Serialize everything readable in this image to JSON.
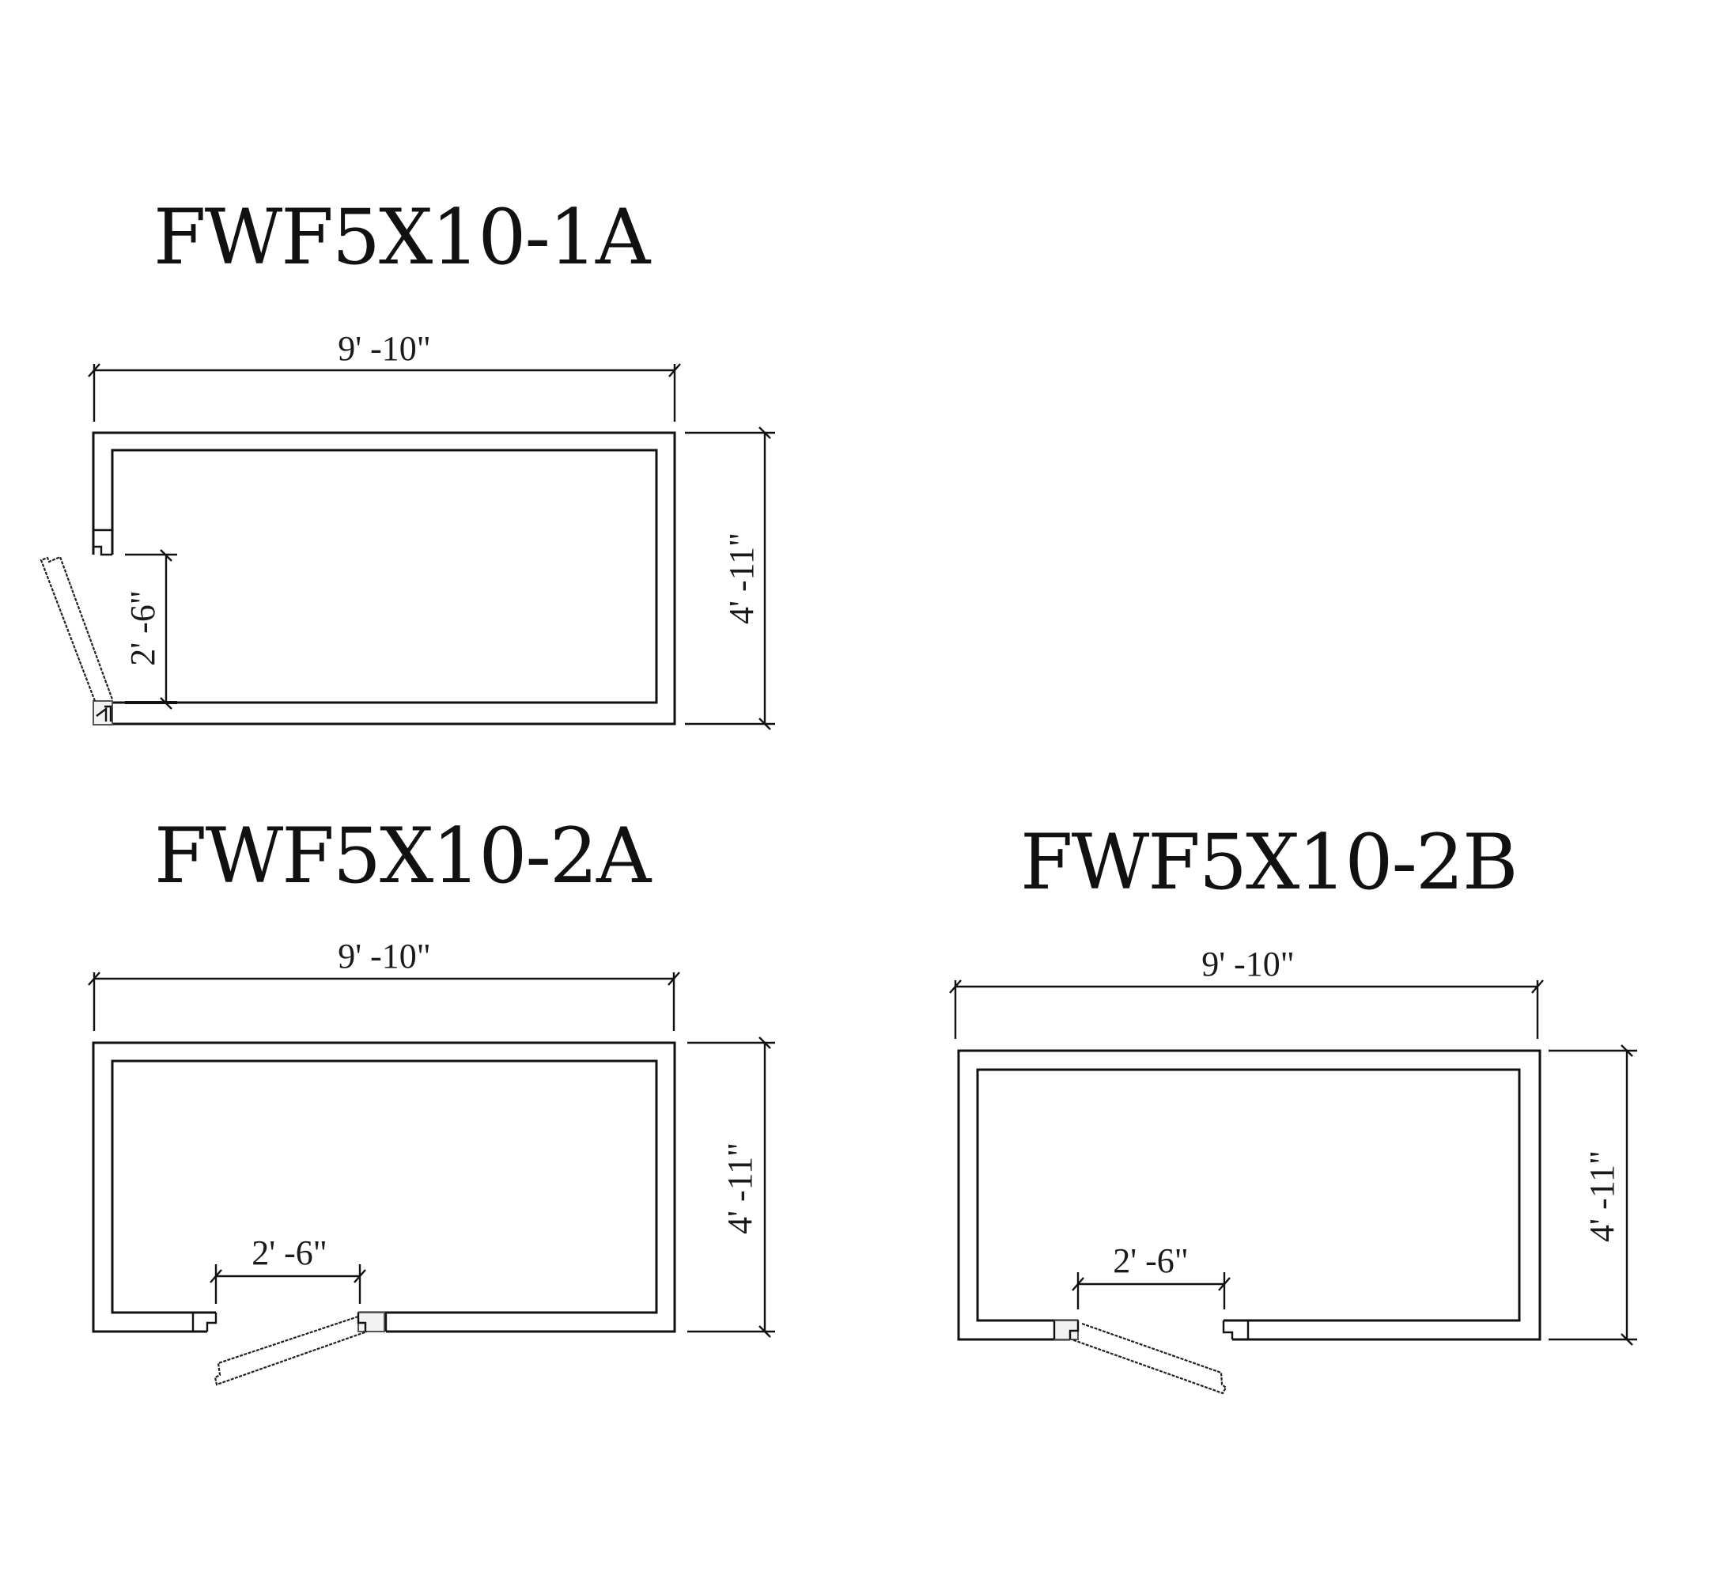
{
  "figure": {
    "background": "#ffffff",
    "line_color": "#111111"
  },
  "drawings": [
    {
      "id": "1A",
      "title": "FWF5X10-1A",
      "width_label": "9' -10\"",
      "depth_label": "4' -11\"",
      "door_label": "2' -6\"",
      "door_wall": "left"
    },
    {
      "id": "2A",
      "title": "FWF5X10-2A",
      "width_label": "9' -10\"",
      "depth_label": "4' -11\"",
      "door_label": "2' -6\"",
      "door_wall": "bottom",
      "hinge_side": "right"
    },
    {
      "id": "2B",
      "title": "FWF5X10-2B",
      "width_label": "9' -10\"",
      "depth_label": "4' -11\"",
      "door_label": "2' -6\"",
      "door_wall": "bottom",
      "hinge_side": "left"
    }
  ]
}
